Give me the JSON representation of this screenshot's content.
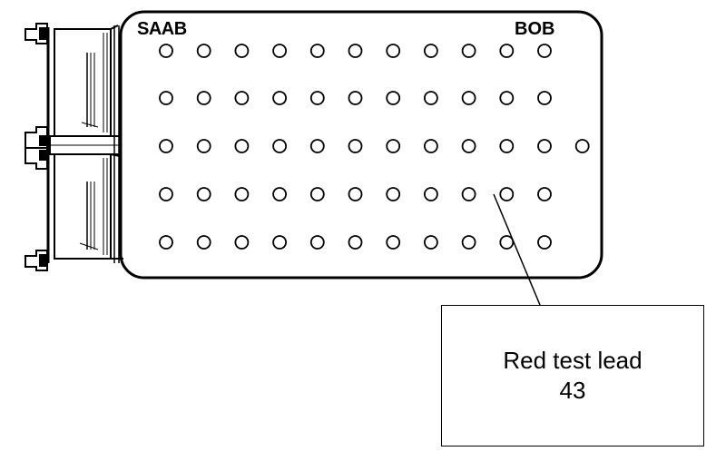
{
  "board": {
    "brand_left": "SAAB",
    "brand_right": "BOB",
    "rows": [
      {
        "pin_count": 11
      },
      {
        "pin_count": 11
      },
      {
        "pin_count": 12
      },
      {
        "pin_count": 11
      },
      {
        "pin_count": 11
      }
    ]
  },
  "callout": {
    "line1": "Red test lead",
    "line2": "43",
    "target_pin": {
      "row": 4,
      "column": 10
    }
  },
  "connectors": {
    "count": 3
  }
}
